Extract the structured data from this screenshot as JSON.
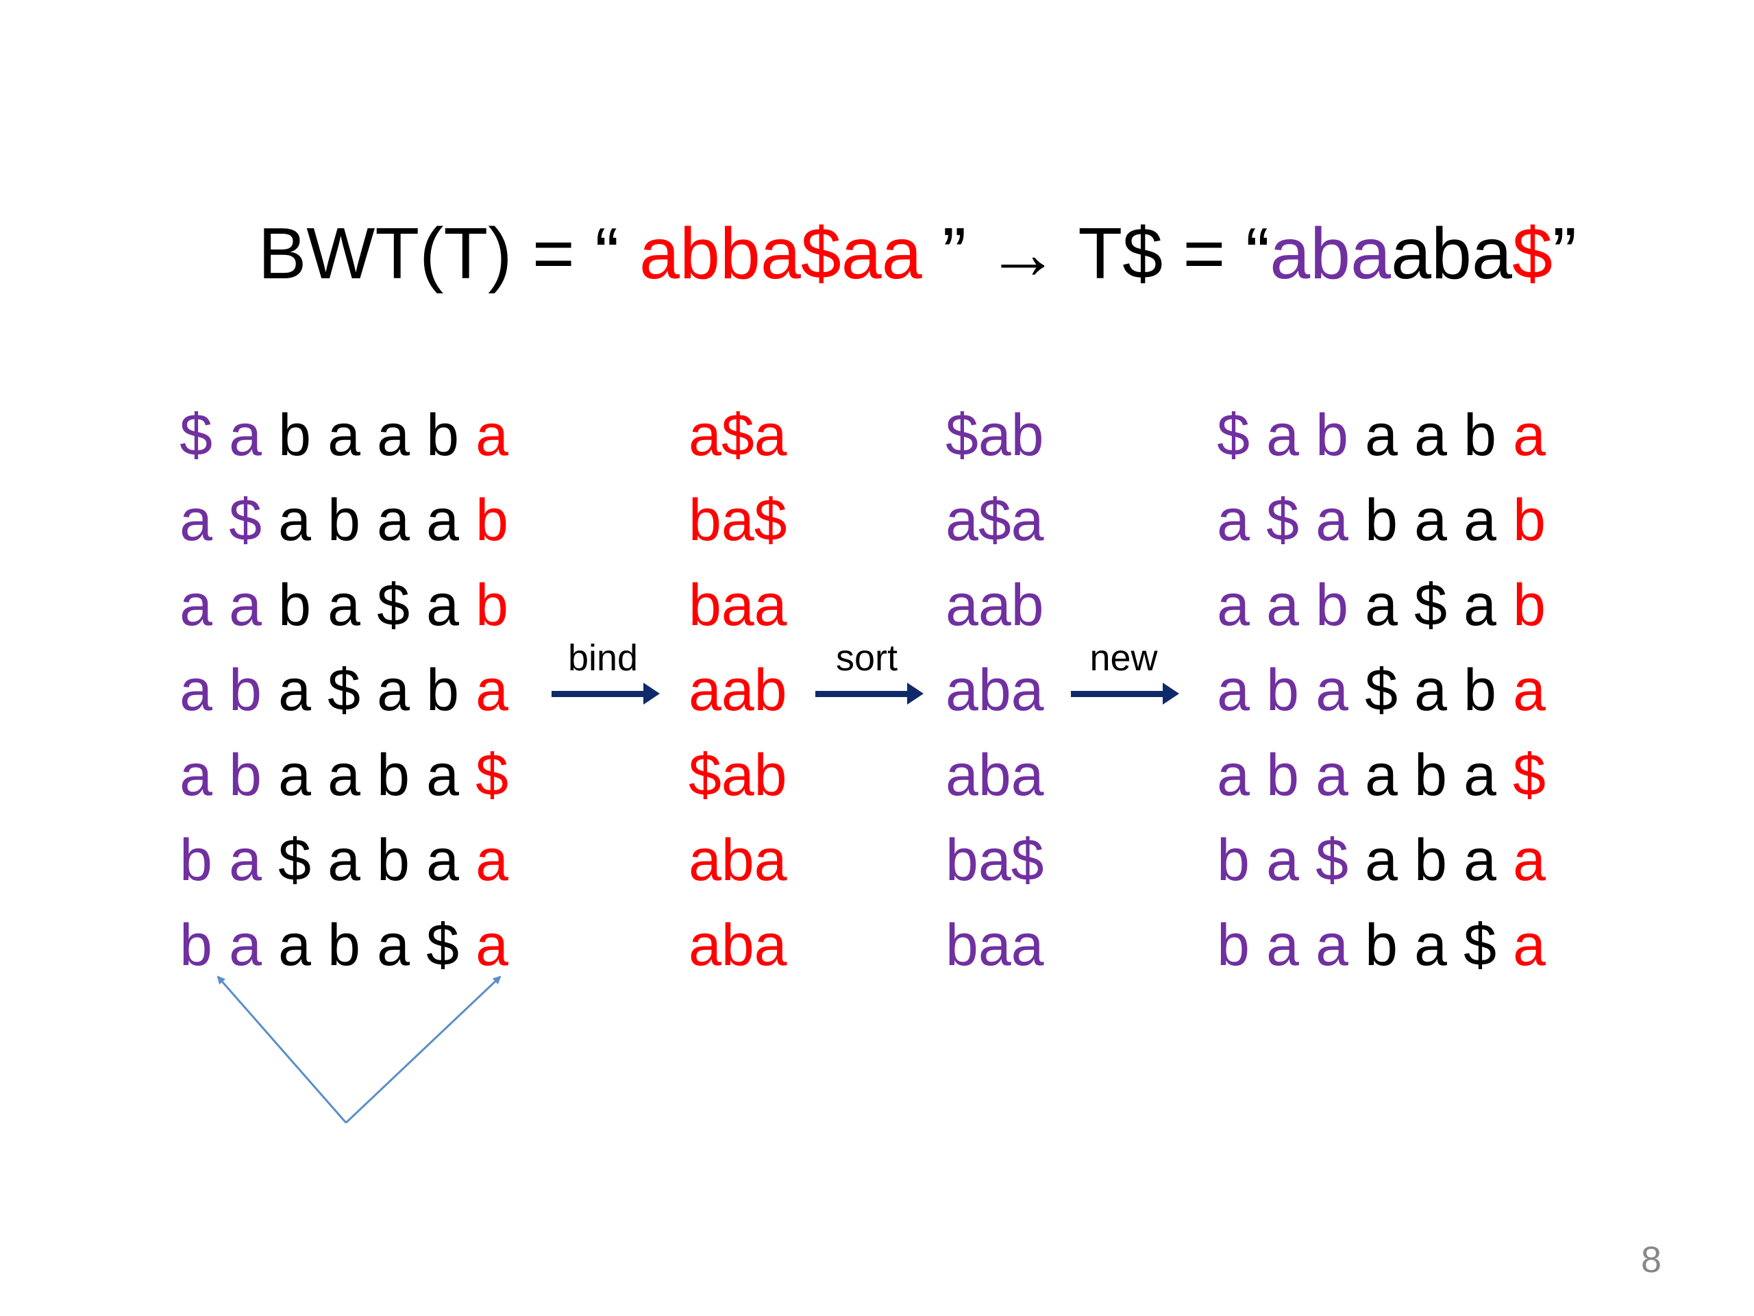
{
  "colors": {
    "red": "#ff0000",
    "purple": "#7030a0",
    "black": "#000000",
    "arrow": "#0f2a6b",
    "bracket": "#5b8ec9",
    "pagenum": "#888888"
  },
  "title": {
    "prefix": "BWT(T) = “ ",
    "bwt": "abba$aa",
    "middle": " ” ",
    "arrow_glyph": "→",
    "t_label": " T$ = “",
    "t_part1": "aba",
    "t_part2": "aba",
    "t_part3": "$",
    "suffix": "”"
  },
  "matrices": {
    "left": [
      [
        "$",
        "a",
        "b",
        "a",
        "a",
        "b",
        "a"
      ],
      [
        "a",
        "$",
        "a",
        "b",
        "a",
        "a",
        "b"
      ],
      [
        "a",
        "a",
        "b",
        "a",
        "$",
        "a",
        "b"
      ],
      [
        "a",
        "b",
        "a",
        "$",
        "a",
        "b",
        "a"
      ],
      [
        "a",
        "b",
        "a",
        "a",
        "b",
        "a",
        "$"
      ],
      [
        "b",
        "a",
        "$",
        "a",
        "b",
        "a",
        "a"
      ],
      [
        "b",
        "a",
        "a",
        "b",
        "a",
        "$",
        "a"
      ]
    ],
    "right": [
      [
        "$",
        "a",
        "b",
        "a",
        "a",
        "b",
        "a"
      ],
      [
        "a",
        "$",
        "a",
        "b",
        "a",
        "a",
        "b"
      ],
      [
        "a",
        "a",
        "b",
        "a",
        "$",
        "a",
        "b"
      ],
      [
        "a",
        "b",
        "a",
        "$",
        "a",
        "b",
        "a"
      ],
      [
        "a",
        "b",
        "a",
        "a",
        "b",
        "a",
        "$"
      ],
      [
        "b",
        "a",
        "$",
        "a",
        "b",
        "a",
        "a"
      ],
      [
        "b",
        "a",
        "a",
        "b",
        "a",
        "$",
        "a"
      ]
    ]
  },
  "bind_column": [
    "a$a",
    "ba$",
    "baa",
    "aab",
    "$ab",
    "aba",
    "aba"
  ],
  "sort_column": [
    "$ab",
    "a$a",
    "aab",
    "aba",
    "aba",
    "ba$",
    "baa"
  ],
  "arrows": {
    "bind": "bind",
    "sort": "sort",
    "new": "new"
  },
  "page_number": "8"
}
